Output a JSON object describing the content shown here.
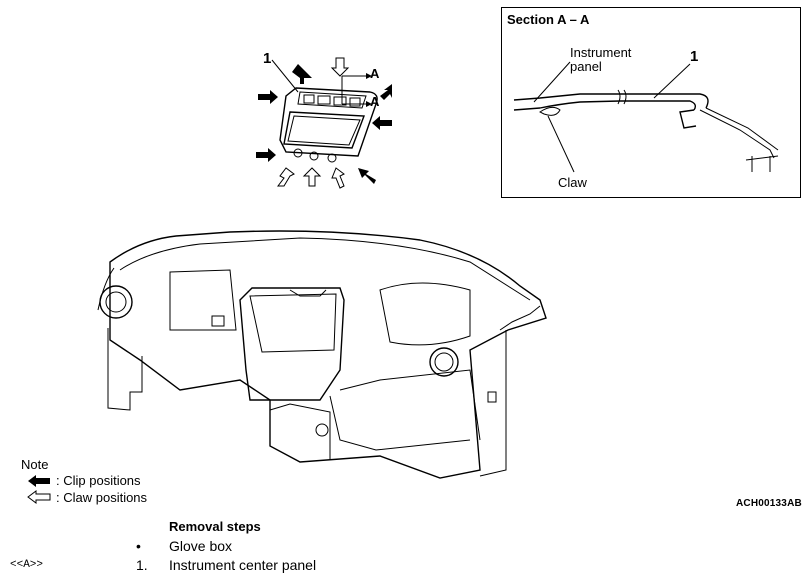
{
  "section": {
    "title": "Section A – A",
    "instrument_panel_label": "Instrument\npanel",
    "claw_label": "Claw",
    "callout_1": "1"
  },
  "panel_view": {
    "callout_1": "1",
    "section_mark_top": "A",
    "section_mark_bottom": "A"
  },
  "note": {
    "title": "Note",
    "legend": [
      {
        "icon": "filled-arrow-icon",
        "text": ": Clip positions"
      },
      {
        "icon": "hollow-arrow-icon",
        "text": ": Claw positions"
      }
    ]
  },
  "figure_code": "ACH00133AB",
  "removal": {
    "title": "Removal steps",
    "steps": [
      {
        "tag": "",
        "marker": "•",
        "text": "Glove box"
      },
      {
        "tag": "<<A>>",
        "marker": "1.",
        "text": "Instrument center panel"
      }
    ]
  }
}
